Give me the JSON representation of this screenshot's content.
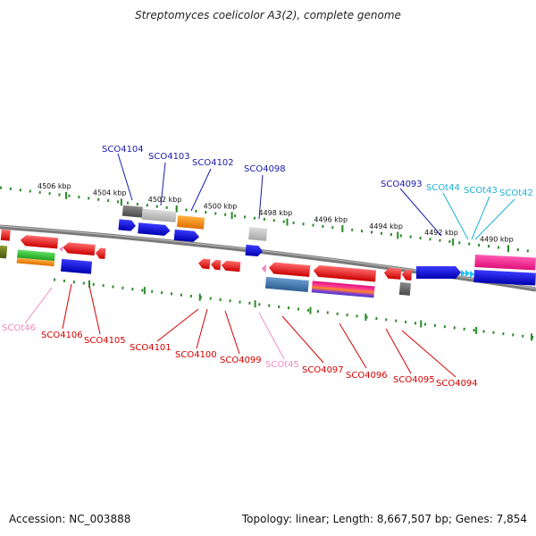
{
  "title": "Streptomyces coelicolor A3(2), complete genome",
  "footer": {
    "accession": "Accession: NC_003888",
    "summary": "Topology: linear; Length: 8,667,507 bp; Genes: 7,854"
  },
  "ruler": {
    "unit": "kbp",
    "ticks": [
      {
        "label": "4506 kbp",
        "kbp": 4506
      },
      {
        "label": "4504 kbp",
        "kbp": 4504
      },
      {
        "label": "4502 kbp",
        "kbp": 4502
      },
      {
        "label": "4500 kbp",
        "kbp": 4500
      },
      {
        "label": "4498 kbp",
        "kbp": 4498
      },
      {
        "label": "4496 kbp",
        "kbp": 4496
      },
      {
        "label": "4494 kbp",
        "kbp": 4494
      },
      {
        "label": "4492 kbp",
        "kbp": 4492
      },
      {
        "label": "4490 kbp",
        "kbp": 4490
      }
    ]
  },
  "colors": {
    "forward_label": "#1a1aa8",
    "reverse_label": "#d40000",
    "trna_forward_label": "#1ab0d8",
    "trna_reverse_label": "#f08cc0",
    "backbone": "#808080",
    "ticks": "#2a8a2a"
  },
  "genes_top": [
    {
      "label": "SCO4104"
    },
    {
      "label": "SCO4103"
    },
    {
      "label": "SCO4102"
    },
    {
      "label": "SCO4098"
    },
    {
      "label": "SCO4093"
    },
    {
      "label": "SCOt44"
    },
    {
      "label": "SCOt43"
    },
    {
      "label": "SCOt42"
    }
  ],
  "genes_bottom": [
    {
      "label": "SCOt46"
    },
    {
      "label": "SCO4106"
    },
    {
      "label": "SCO4105"
    },
    {
      "label": "SCO4101"
    },
    {
      "label": "SCO4100"
    },
    {
      "label": "SCO4099"
    },
    {
      "label": "SCOt45"
    },
    {
      "label": "SCO4097"
    },
    {
      "label": "SCO4096"
    },
    {
      "label": "SCO4095"
    },
    {
      "label": "SCO4094"
    }
  ]
}
